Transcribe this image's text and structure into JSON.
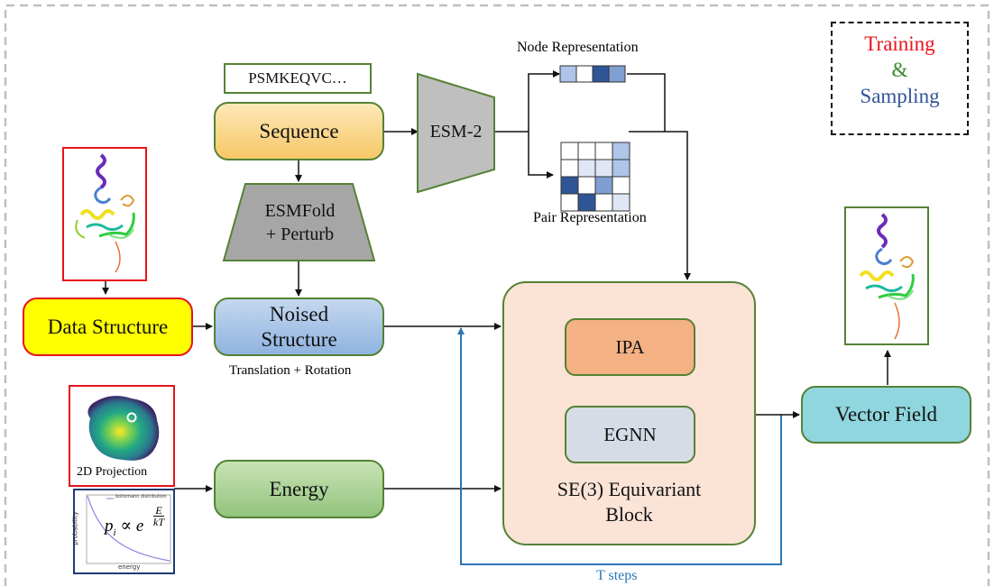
{
  "legend": {
    "training": "Training",
    "and": "&",
    "sampling": "Sampling",
    "colors": {
      "training": "#e8141b",
      "and": "#3c8a2e",
      "sampling": "#2f5597"
    }
  },
  "sequence_text": "PSMKEQVC…",
  "nodes": {
    "sequence": "Sequence",
    "esm2": "ESM-2",
    "esmfold_line1": "ESMFold",
    "esmfold_line2": "+ Perturb",
    "noised_line1": "Noised",
    "noised_line2": "Structure",
    "noised_caption": "Translation + Rotation",
    "data_structure": "Data Structure",
    "energy": "Energy",
    "ipa": "IPA",
    "egnn": "EGNN",
    "block_line1": "SE(3) Equivariant",
    "block_line2": "Block",
    "vector_field": "Vector Field"
  },
  "representations": {
    "node": "Node Representation",
    "pair": "Pair Representation"
  },
  "projection_label": "2D Projection",
  "boltzmann_plot": {
    "legend": "boltzmann distribution",
    "xlabel": "energy",
    "ylabel": "probability",
    "formula": "p",
    "formula_sub": "i",
    "formula_rel": "∝ e",
    "formula_num": "E",
    "formula_den": "kT"
  },
  "t_steps": "T steps",
  "colors": {
    "sequence_fill": "#fbd98e",
    "green_border": "#548235",
    "esm_fill": "#bfbfbf",
    "esmfold_fill": "#a6a6a6",
    "noised_fill": "#a9c4e4",
    "data_fill": "#ffff00",
    "data_border": "#e8141b",
    "energy_fill": "#a9d18e",
    "block_fill": "#fbe3d6",
    "ipa_fill": "#f4b183",
    "egnn_fill": "#d6dce5",
    "vector_fill": "#8fd6de",
    "t_steps_blue": "#2e75b6"
  }
}
